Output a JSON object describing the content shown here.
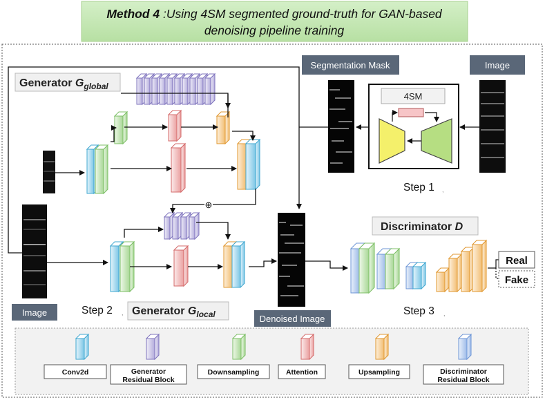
{
  "title": {
    "line1_bold": "Method 4",
    "line1_rest": " :Using 4SM segmented ground-truth for GAN-based",
    "line2": "denoising pipeline training"
  },
  "labels": {
    "generator_global": "Generator",
    "generator_global_sym": "G",
    "generator_global_sub": "global",
    "generator_local": "Generator",
    "generator_local_sym": "G",
    "generator_local_sub": "local",
    "discriminator": "Discriminator",
    "discriminator_sym": "D",
    "segmentation_mask": "Segmentation Mask",
    "image_top": "Image",
    "image_bottom": "Image",
    "denoised_image": "Denoised Image",
    "model_4sm": "4SM",
    "step1": "Step 1",
    "step2": "Step 2",
    "step3": "Step 3",
    "real": "Real",
    "fake": "Fake",
    "plus": "⊕"
  },
  "legend": [
    {
      "label": "Conv2d",
      "color": "#4db3d9"
    },
    {
      "label": "Generator Residual Block",
      "color": "#8a7fc4"
    },
    {
      "label": "Downsampling",
      "color": "#8fc77e"
    },
    {
      "label": "Attention",
      "color": "#e07a7a"
    },
    {
      "label": "Upsampling",
      "color": "#e8a44c"
    },
    {
      "label": "Discriminator Residual Block",
      "color": "#7ea3de"
    }
  ],
  "legend_lines": {
    "l0": [
      "Conv2d"
    ],
    "l1": [
      "Generator",
      "Residual Block"
    ],
    "l2": [
      "Downsampling"
    ],
    "l3": [
      "Attention"
    ],
    "l4": [
      "Upsampling"
    ],
    "l5": [
      "Discriminator",
      "Residual Block"
    ]
  }
}
